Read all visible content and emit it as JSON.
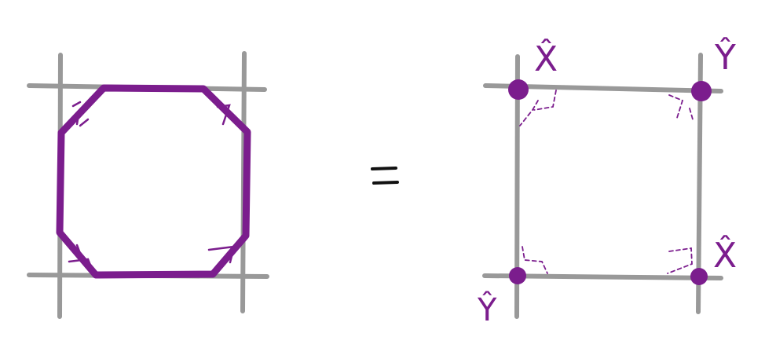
{
  "colors": {
    "background": "#ffffff",
    "grid_line": "#999999",
    "accent_purple": "#7b1d8d"
  },
  "labels": {
    "equals_sign": "=",
    "corner_top_left": "X̂",
    "corner_top_right": "Ŷ",
    "corner_bottom_right": "X̂",
    "corner_bottom_left": "Ŷ"
  }
}
